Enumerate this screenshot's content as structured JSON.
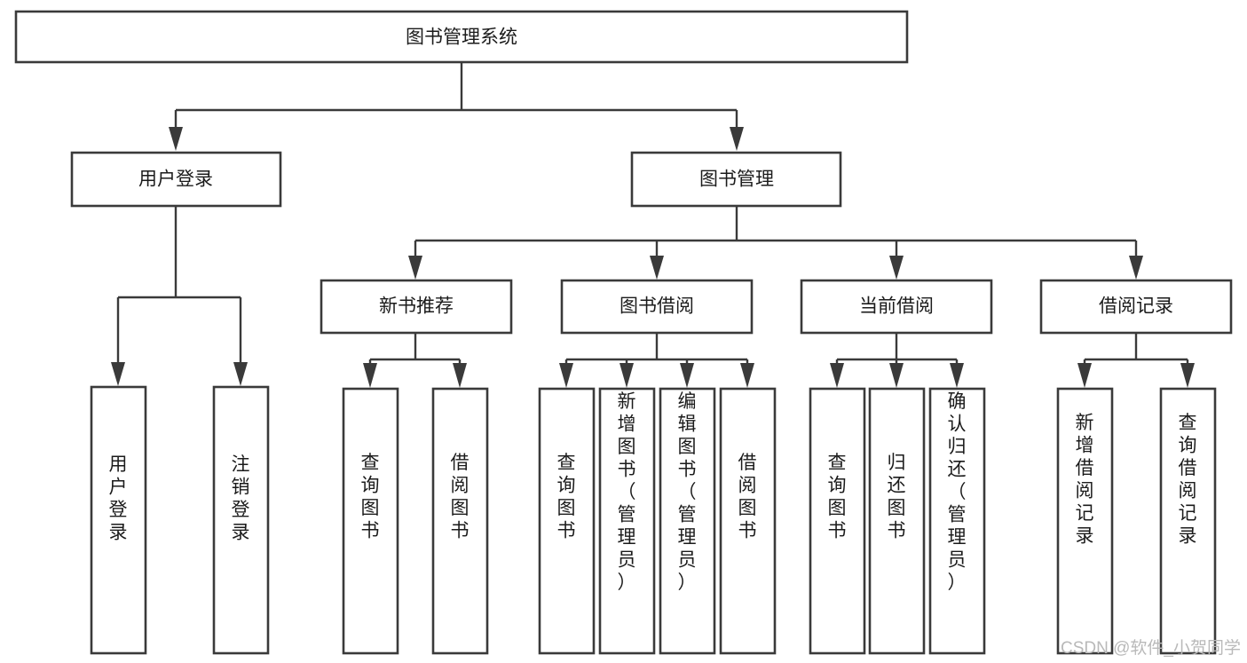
{
  "diagram": {
    "title": "图书管理系统",
    "type": "tree",
    "background_color": "#ffffff",
    "box_stroke_color": "#3a3a3a",
    "box_fill_color": "#ffffff",
    "text_color": "#1b1b1b",
    "watermark_color": "#b9b9b9"
  },
  "watermark": {
    "text": "CSDN @软件_小贺同学"
  },
  "nodes": {
    "root": {
      "label": "图书管理系统",
      "level": 0
    },
    "l1": [
      {
        "id": "user-login",
        "label": "用户登录",
        "level": 1
      },
      {
        "id": "book-manage",
        "label": "图书管理",
        "level": 1
      }
    ],
    "l2": [
      {
        "id": "new-book-recommend",
        "label": "新书推荐",
        "level": 2
      },
      {
        "id": "book-borrow",
        "label": "图书借阅",
        "level": 2
      },
      {
        "id": "current-borrow",
        "label": "当前借阅",
        "level": 2
      },
      {
        "id": "borrow-record",
        "label": "借阅记录",
        "level": 2
      }
    ],
    "leaves": {
      "user-login": [
        {
          "id": "leaf-user-login",
          "label": "用户登录"
        },
        {
          "id": "leaf-logout-login",
          "label": "注销登录"
        }
      ],
      "new-book-recommend": [
        {
          "id": "leaf-query-book-1",
          "label": "查询图书"
        },
        {
          "id": "leaf-borrow-book-1",
          "label": "借阅图书"
        }
      ],
      "book-borrow": [
        {
          "id": "leaf-query-book-2",
          "label": "查询图书"
        },
        {
          "id": "leaf-add-book",
          "label": "新增图书（管理员）"
        },
        {
          "id": "leaf-edit-book",
          "label": "编辑图书（管理员）"
        },
        {
          "id": "leaf-borrow-book-2",
          "label": "借阅图书"
        }
      ],
      "current-borrow": [
        {
          "id": "leaf-query-book-3",
          "label": "查询图书"
        },
        {
          "id": "leaf-return-book",
          "label": "归还图书"
        },
        {
          "id": "leaf-confirm-return",
          "label": "确认归还（管理员）"
        }
      ],
      "borrow-record": [
        {
          "id": "leaf-add-record",
          "label": "新增借阅记录"
        },
        {
          "id": "leaf-query-record",
          "label": "查询借阅记录"
        }
      ]
    }
  }
}
